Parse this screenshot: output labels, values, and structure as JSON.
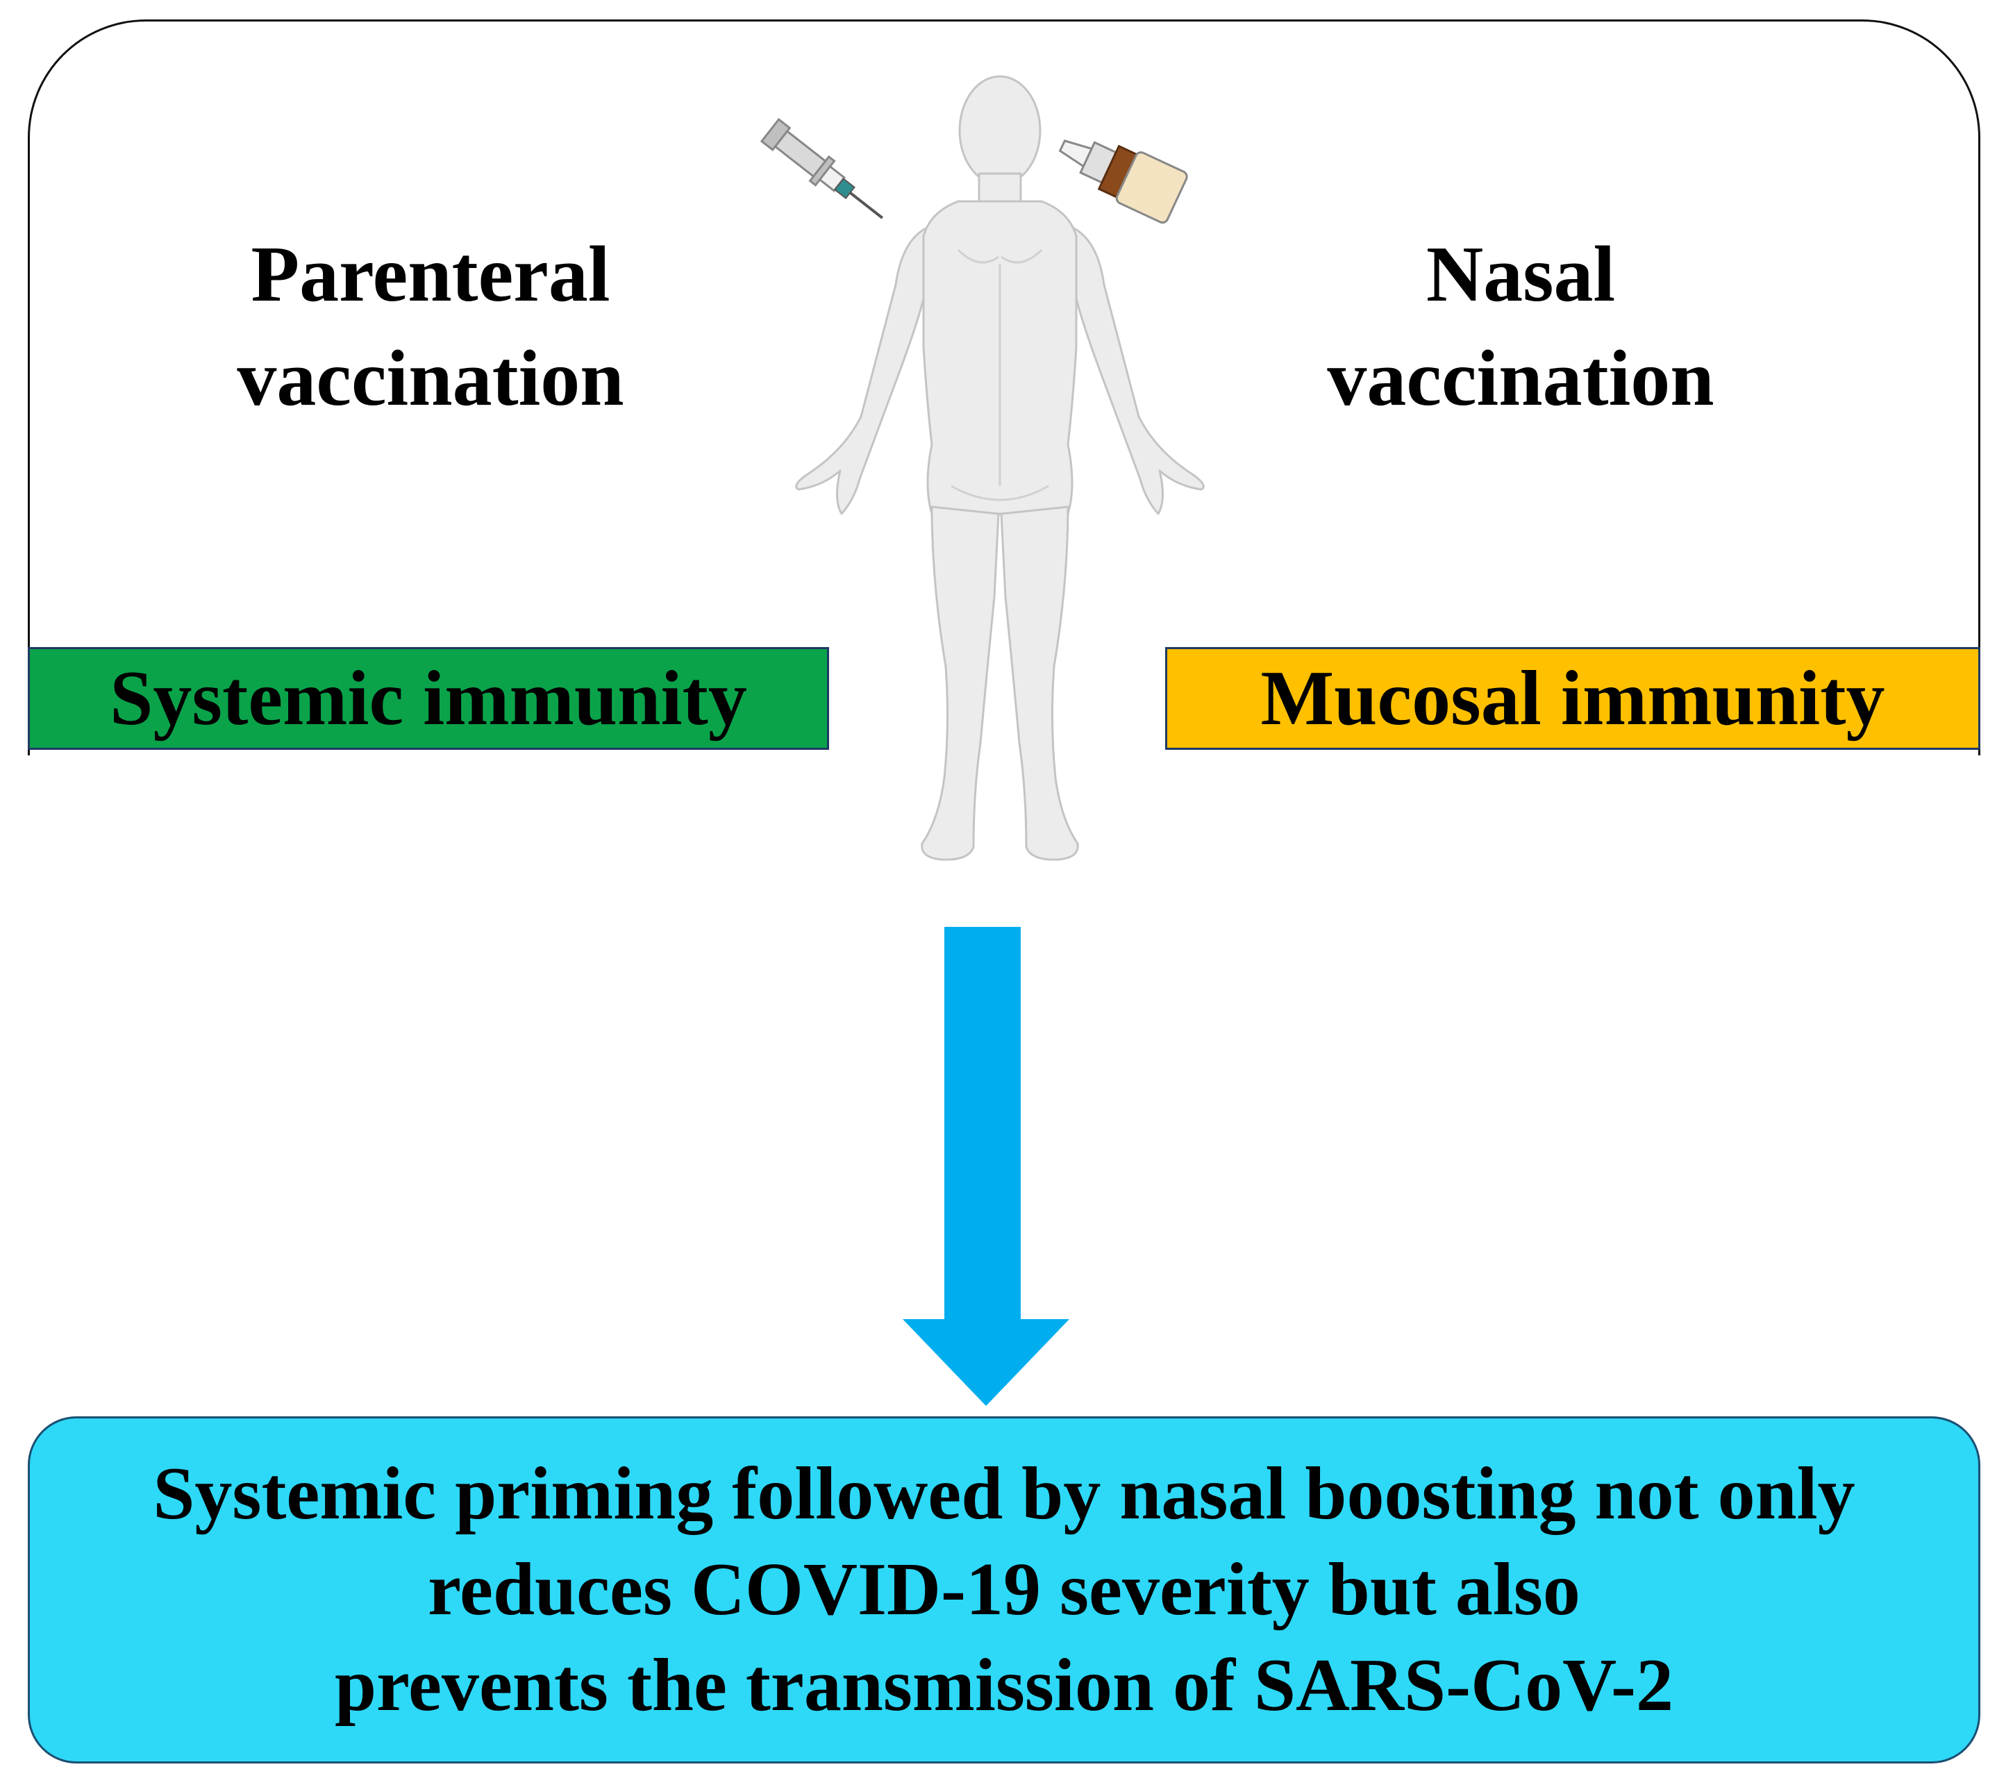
{
  "left": {
    "title_line1": "Parenteral",
    "title_line2": "vaccination",
    "immunity": "Systemic immunity",
    "icon": "syringe-icon"
  },
  "right": {
    "title_line1": "Nasal",
    "title_line2": "vaccination",
    "immunity": "Mucosal immunity",
    "icon": "nasal-spray-icon"
  },
  "conclusion": {
    "line1": "Systemic priming followed by nasal boosting not only",
    "line2": "reduces COVID-19 severity but also",
    "line3": "prevents the transmission of SARS-CoV-2"
  },
  "colors": {
    "systemic": "#0aa34a",
    "mucosal": "#ffc000",
    "arrow": "#00aeef",
    "conclusion_bg": "#2ed8f7"
  }
}
